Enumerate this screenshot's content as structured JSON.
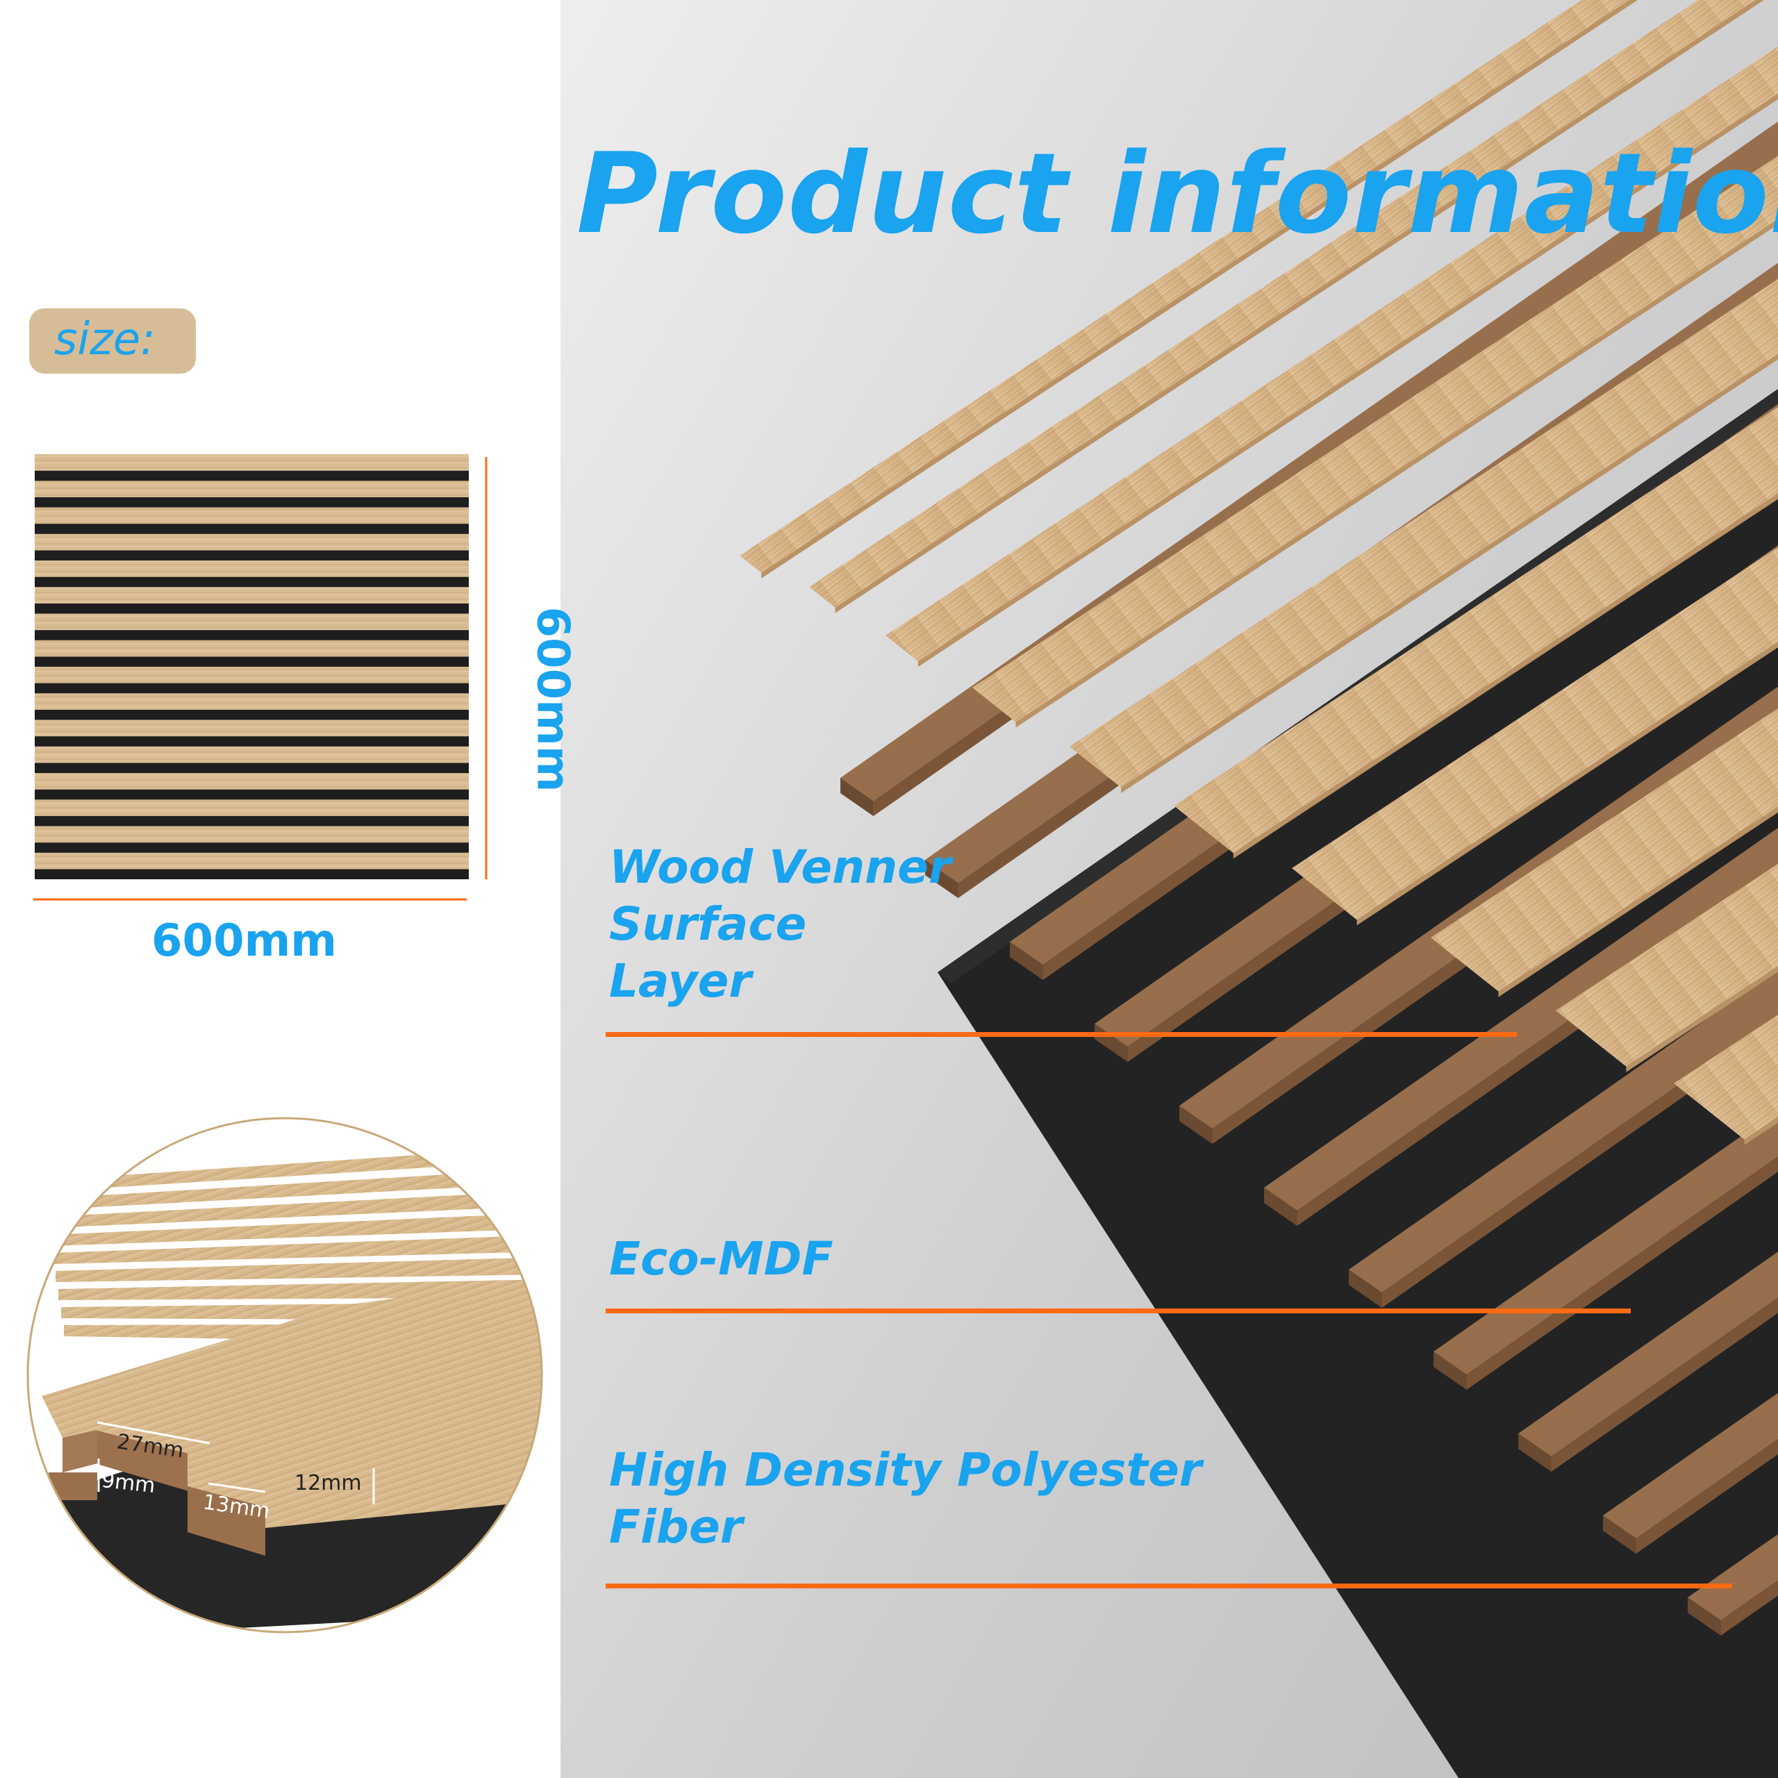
{
  "title": "Product information",
  "size_label": "size:",
  "dimensions": {
    "width": "600mm",
    "height": "600mm"
  },
  "detail": {
    "slat_width": "27mm",
    "felt_thickness": "9mm",
    "gap": "13mm",
    "slat_thickness": "12mm"
  },
  "layers": [
    {
      "lines": [
        "Wood Venner",
        "Surface",
        "Layer"
      ]
    },
    {
      "lines": [
        "Eco-MDF"
      ]
    },
    {
      "lines": [
        "High Density Polyester",
        "Fiber"
      ]
    }
  ],
  "colors": {
    "accent_blue": "#1aa3ee",
    "line_orange": "#ff6a14",
    "badge_tan": "#d6bd97",
    "oak": "#d9b98d",
    "mdf": "#9a7250",
    "felt": "#222222"
  }
}
